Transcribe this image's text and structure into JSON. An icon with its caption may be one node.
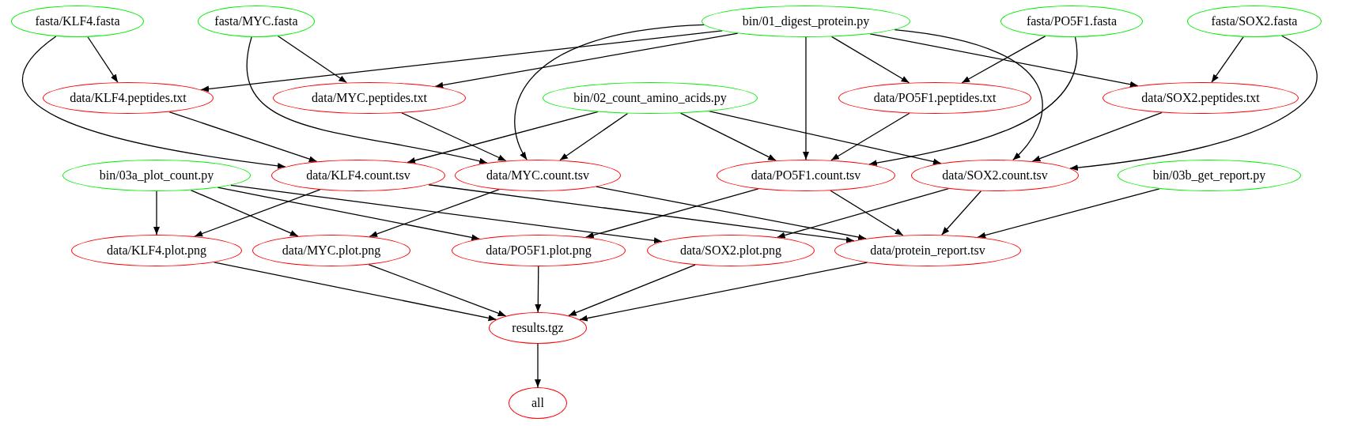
{
  "diagram": {
    "nodes": [
      {
        "text": [
          "fasta/KLF4.fasta"
        ]
      },
      {
        "text": [
          "fasta/MYC.fasta"
        ]
      },
      {
        "text": [
          "bin/01_digest_protein.py"
        ]
      },
      {
        "text": [
          "fasta/PO5F1.fasta"
        ]
      },
      {
        "text": [
          "fasta/SOX2.fasta"
        ]
      },
      {
        "text": [
          "data/KLF4.peptides.txt"
        ]
      },
      {
        "text": [
          "data/MYC.peptides.txt"
        ]
      },
      {
        "text": [
          "bin/02_count_amino_acids.py"
        ]
      },
      {
        "text": [
          "data/PO5F1.peptides.txt"
        ]
      },
      {
        "text": [
          "data/SOX2.peptides.txt"
        ]
      },
      {
        "text": [
          "bin/03a_plot_count.py"
        ]
      },
      {
        "text": [
          "data/KLF4.count.tsv"
        ]
      },
      {
        "text": [
          "data/MYC.count.tsv"
        ]
      },
      {
        "text": [
          "data/PO5F1.count.tsv"
        ]
      },
      {
        "text": [
          "data/SOX2.count.tsv"
        ]
      },
      {
        "text": [
          "bin/03b_get_report.py"
        ]
      },
      {
        "text": [
          "data/KLF4.plot.png"
        ]
      },
      {
        "text": [
          "data/MYC.plot.png"
        ]
      },
      {
        "text": [
          "data/PO5F1.plot.png"
        ]
      },
      {
        "text": [
          "data/SOX2.plot.png"
        ]
      },
      {
        "text": [
          "data/protein_report.tsv"
        ]
      },
      {
        "text": [
          "results.tgz"
        ]
      },
      {
        "text": [
          "all"
        ]
      }
    ],
    "edges": [
      {
        "from": 0,
        "to": 5,
        "arrow": "to"
      },
      {
        "from": 0,
        "to": 11,
        "arrow": "to"
      },
      {
        "from": 1,
        "to": 6,
        "arrow": "to"
      },
      {
        "from": 1,
        "to": 12,
        "arrow": "to"
      },
      {
        "from": 2,
        "to": 5,
        "arrow": "to"
      },
      {
        "from": 2,
        "to": 6,
        "arrow": "to"
      },
      {
        "from": 2,
        "to": 12,
        "arrow": "to"
      },
      {
        "from": 2,
        "to": 13,
        "arrow": "to"
      },
      {
        "from": 2,
        "to": 8,
        "arrow": "to"
      },
      {
        "from": 2,
        "to": 9,
        "arrow": "to"
      },
      {
        "from": 2,
        "to": 14,
        "arrow": "to"
      },
      {
        "from": 3,
        "to": 8,
        "arrow": "to"
      },
      {
        "from": 3,
        "to": 13,
        "arrow": "to"
      },
      {
        "from": 4,
        "to": 9,
        "arrow": "to"
      },
      {
        "from": 4,
        "to": 14,
        "arrow": "to"
      },
      {
        "from": 5,
        "to": 11,
        "arrow": "to"
      },
      {
        "from": 6,
        "to": 12,
        "arrow": "to"
      },
      {
        "from": 7,
        "to": 11,
        "arrow": "to"
      },
      {
        "from": 7,
        "to": 12,
        "arrow": "to"
      },
      {
        "from": 7,
        "to": 13,
        "arrow": "to"
      },
      {
        "from": 7,
        "to": 14,
        "arrow": "to"
      },
      {
        "from": 8,
        "to": 13,
        "arrow": "to"
      },
      {
        "from": 9,
        "to": 14,
        "arrow": "to"
      },
      {
        "from": 10,
        "to": 16,
        "arrow": "to"
      },
      {
        "from": 10,
        "to": 17,
        "arrow": "to"
      },
      {
        "from": 10,
        "to": 18,
        "arrow": "to"
      },
      {
        "from": 10,
        "to": 19,
        "arrow": "to"
      },
      {
        "from": 11,
        "to": 16,
        "arrow": "to"
      },
      {
        "from": 11,
        "to": 20,
        "arrow": "to"
      },
      {
        "from": 12,
        "to": 17,
        "arrow": "to"
      },
      {
        "from": 12,
        "to": 20,
        "arrow": "to"
      },
      {
        "from": 13,
        "to": 18,
        "arrow": "to"
      },
      {
        "from": 13,
        "to": 20,
        "arrow": "to"
      },
      {
        "from": 14,
        "to": 19,
        "arrow": "to"
      },
      {
        "from": 14,
        "to": 20,
        "arrow": "to"
      },
      {
        "from": 15,
        "to": 20,
        "arrow": "to"
      },
      {
        "from": 16,
        "to": 21,
        "arrow": "to"
      },
      {
        "from": 17,
        "to": 21,
        "arrow": "to"
      },
      {
        "from": 18,
        "to": 21,
        "arrow": "to"
      },
      {
        "from": 19,
        "to": 21,
        "arrow": "to"
      },
      {
        "from": 20,
        "to": 21,
        "arrow": "to"
      },
      {
        "from": 21,
        "to": 22,
        "arrow": "to"
      }
    ]
  }
}
